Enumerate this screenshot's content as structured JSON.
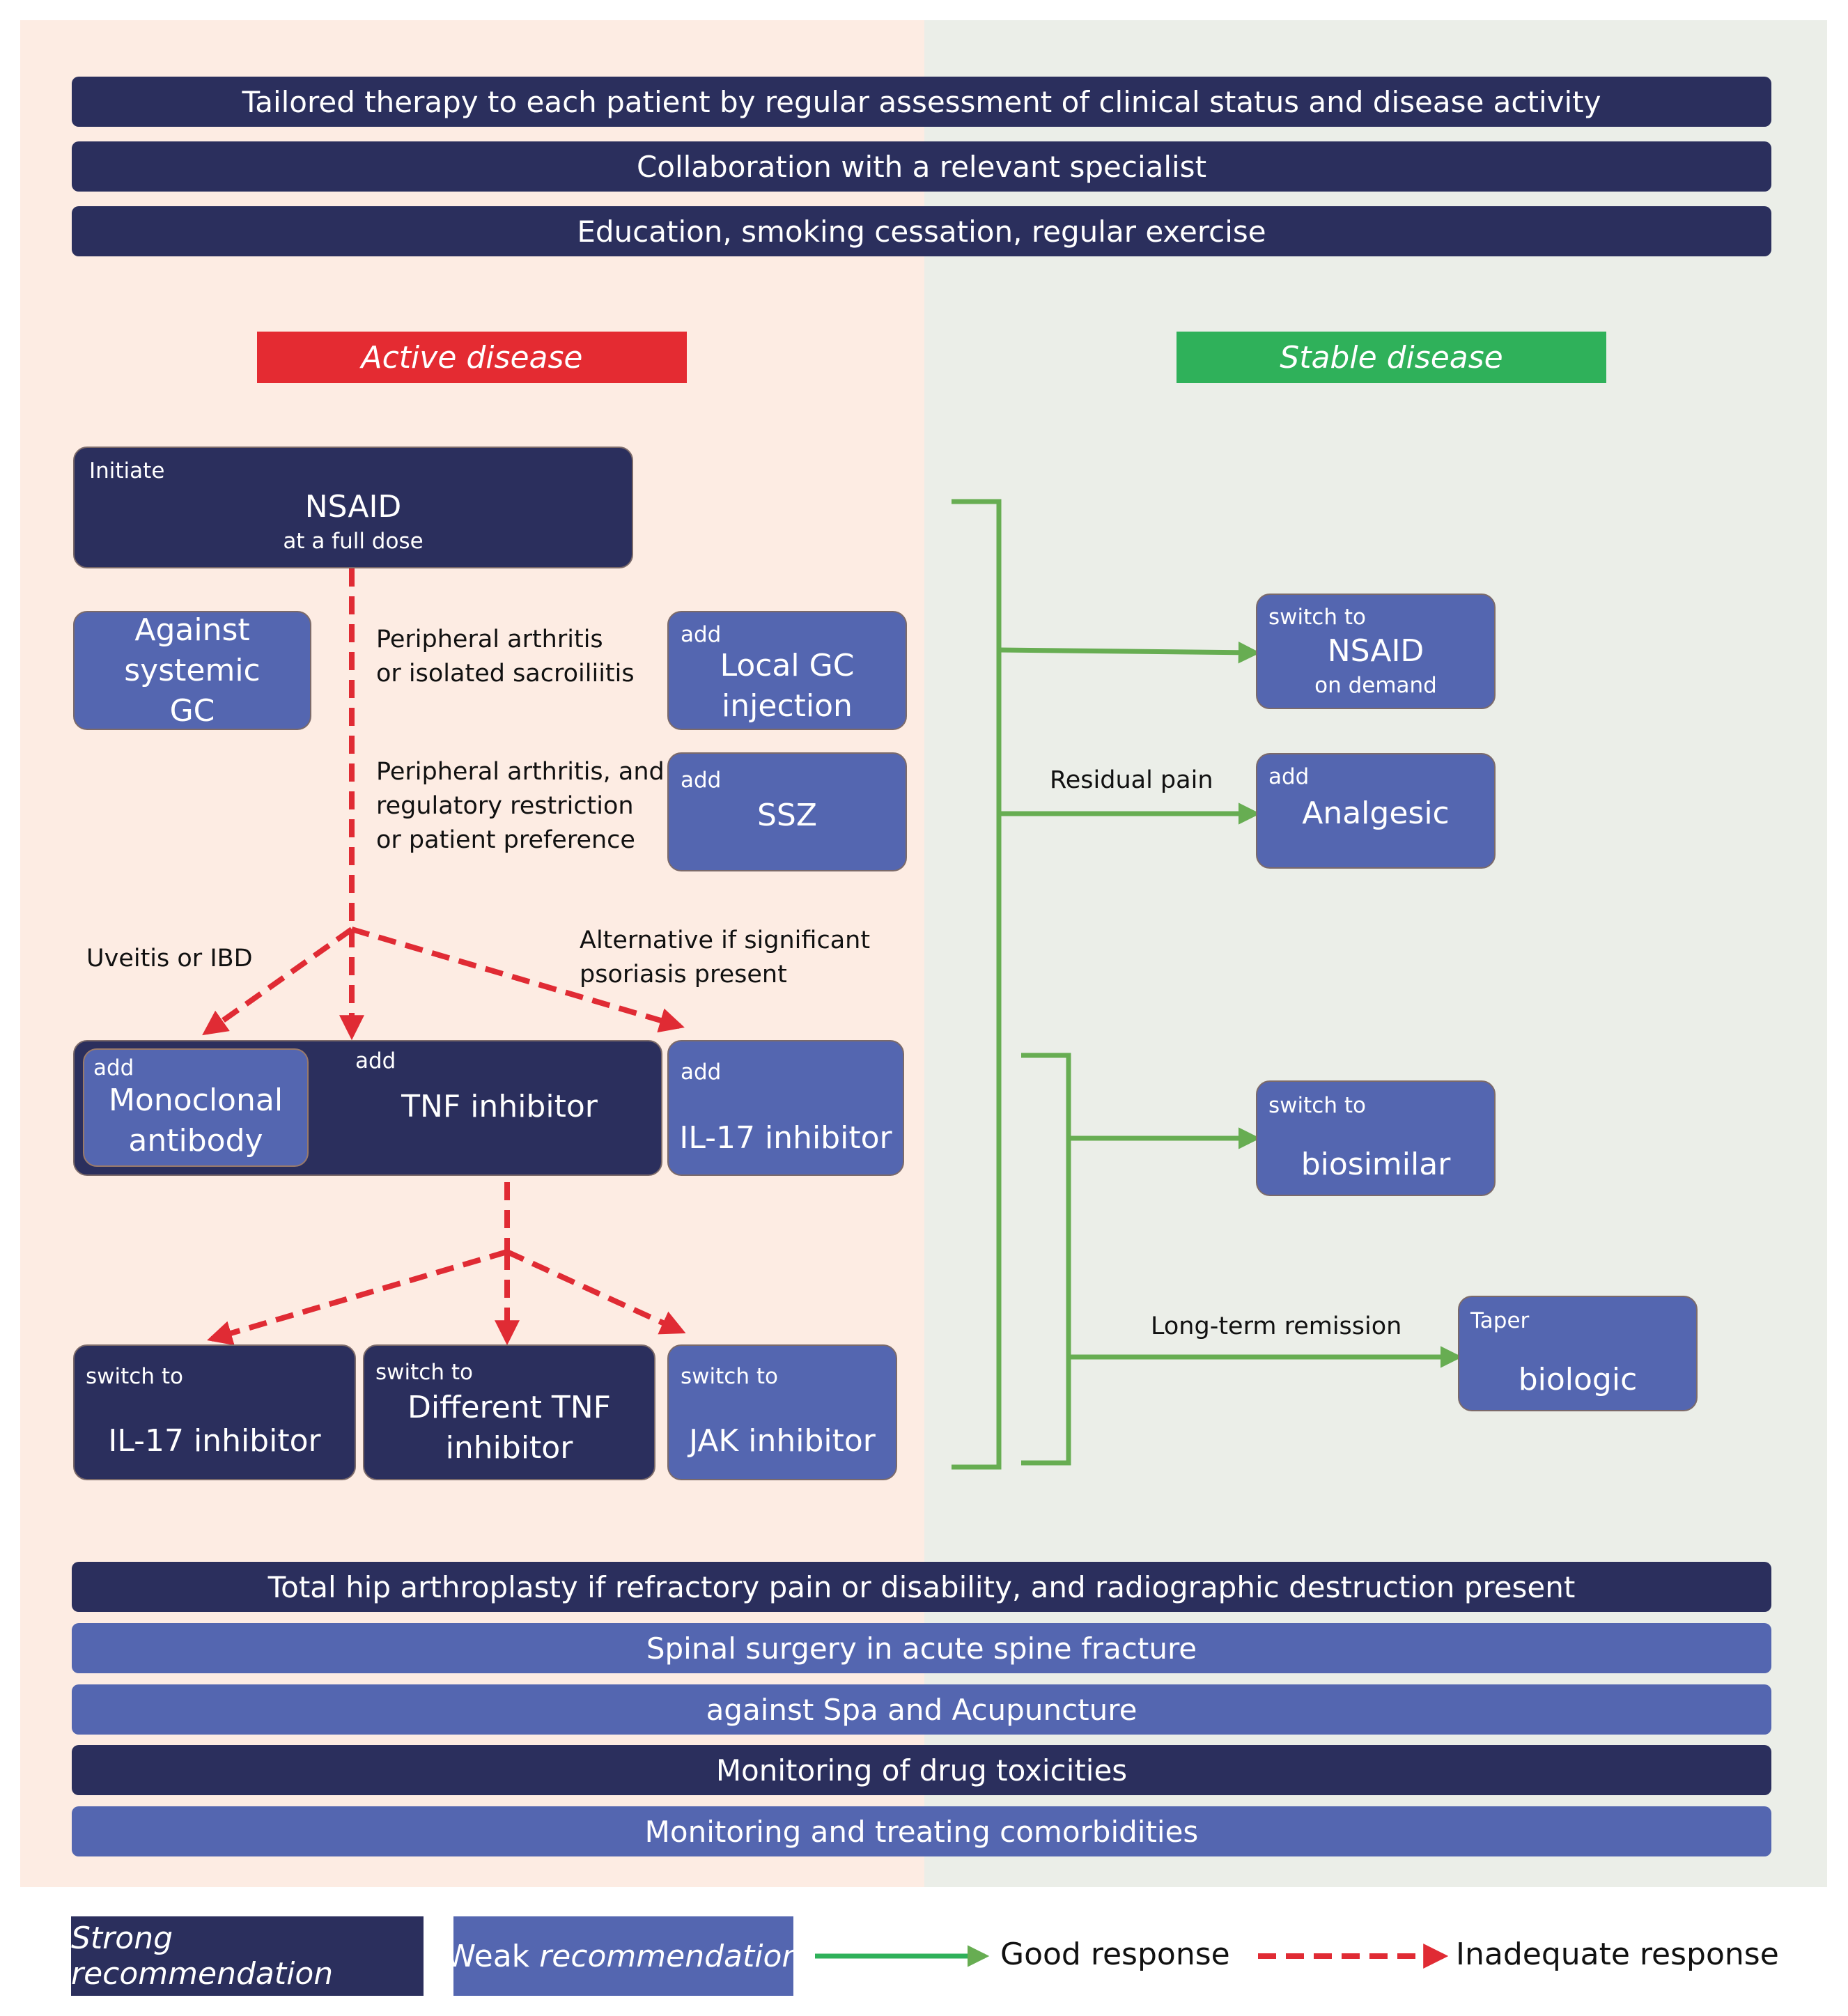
{
  "top_bars": [
    "Tailored therapy to each patient by regular assessment of clinical status and disease activity",
    "Collaboration with a relevant specialist",
    "Education, smoking cessation, regular exercise"
  ],
  "headers": {
    "active": "Active disease",
    "stable": "Stable disease"
  },
  "nsaid_box": {
    "tag": "Initiate",
    "title": "NSAID",
    "sub": "at a full dose"
  },
  "against_gc": "Against systemic GC",
  "notes": {
    "peripheral1": "Peripheral arthritis\nor isolated sacroiliitis",
    "peripheral2": "Peripheral arthritis, and\nregulatory restriction\nor patient preference",
    "uveitis": "Uveitis or IBD",
    "psoriasis": "Alternative if significant\npsoriasis present",
    "residual": "Residual pain",
    "remission": "Long-term remission"
  },
  "local_gc": {
    "tag": "add",
    "title": "Local GC\ninjection"
  },
  "ssz": {
    "tag": "add",
    "title": "SSZ"
  },
  "tnf": {
    "tag": "add",
    "title": "TNF inhibitor"
  },
  "monoclonal": {
    "tag": "add",
    "title": "Monoclonal\nantibody"
  },
  "il17_add": {
    "tag": "add",
    "title": "IL-17 inhibitor"
  },
  "switch_il17": {
    "tag": "switch to",
    "title": "IL-17 inhibitor"
  },
  "switch_tnf": {
    "tag": "switch to",
    "title": "Different TNF\ninhibitor"
  },
  "switch_jak": {
    "tag": "switch to",
    "title": "JAK inhibitor"
  },
  "switch_nsaid": {
    "tag": "switch to",
    "title": "NSAID",
    "sub": "on demand"
  },
  "analgesic": {
    "tag": "add",
    "title": "Analgesic"
  },
  "biosimilar": {
    "tag": "switch to",
    "title": "biosimilar"
  },
  "taper": {
    "tag": "Taper",
    "title": "biologic"
  },
  "bottom_bars": [
    {
      "text": "Total hip arthroplasty  if refractory pain  or disability, and radiographic destruction present",
      "strength": "strong"
    },
    {
      "text": "Spinal surgery in acute spine fracture",
      "strength": "weak"
    },
    {
      "text": "against Spa and Acupuncture",
      "strength": "weak"
    },
    {
      "text": "Monitoring of drug toxicities",
      "strength": "strong"
    },
    {
      "text": "Monitoring and treating comorbidities",
      "strength": "weak"
    }
  ],
  "legend": {
    "strong": "Strong recommendation",
    "weak_prefix": "Weak",
    "weak_suffix": " recommendation",
    "good": "Good response",
    "inadequate": "Inadequate response"
  },
  "colors": {
    "strong": "#2b2f5d",
    "weak": "#5466b0",
    "active": "#e42b32",
    "stable": "#2fb15a",
    "good_arrow": "#67ad52",
    "bad_arrow": "#e02b34"
  }
}
